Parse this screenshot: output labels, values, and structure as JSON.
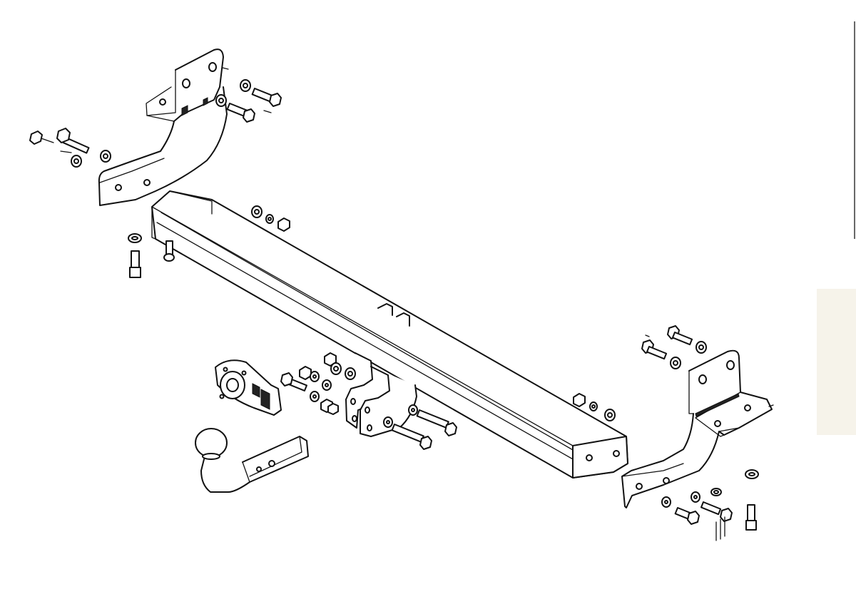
{
  "diagram": {
    "kind": "exploded parts drawing of a tow bar assembly",
    "components": [
      "left-mounting-bracket",
      "right-mounting-bracket",
      "main-crossbar",
      "center-mounting-plates",
      "tow-ball-neck",
      "electric-socket-plate",
      "bolts",
      "washers",
      "nuts"
    ],
    "colors": {
      "line": "#111111",
      "fill": "#ffffff",
      "edge_shade": "#f6f3ea"
    }
  }
}
